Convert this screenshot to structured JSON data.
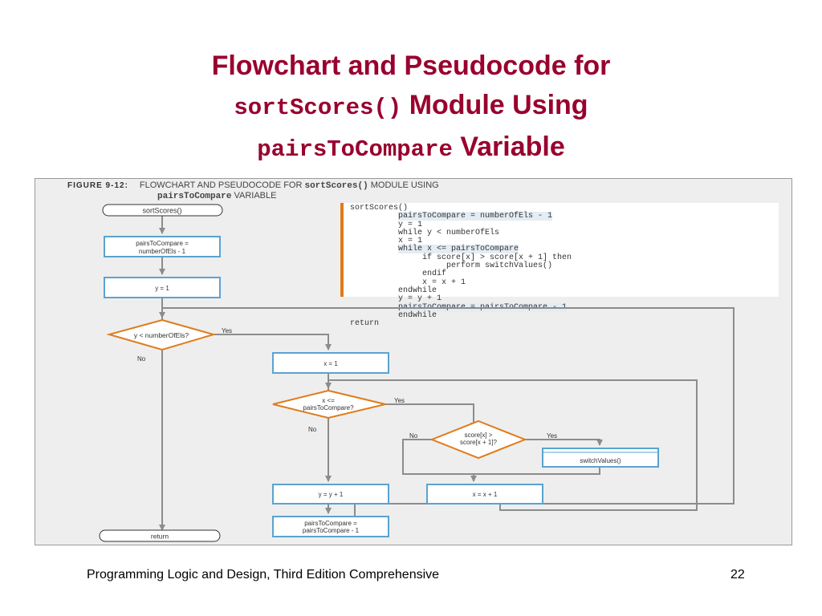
{
  "slide": {
    "title_line1": "Flowchart and Pseudocode for",
    "title_code1": "sortScores()",
    "title_text2": " Module Using",
    "title_code2": "pairsToCompare",
    "title_text3": " Variable"
  },
  "figure": {
    "label": "FIGURE 9-12:",
    "caption_pre": "FLOWCHART AND PSEUDOCODE FOR ",
    "caption_code1": "sortScores()",
    "caption_mid": " MODULE USING",
    "caption_code2": "pairsToCompare",
    "caption_post": " VARIABLE"
  },
  "pseudocode": [
    {
      "text": "sortScores()",
      "indent": 0,
      "hl": false
    },
    {
      "text": "pairsToCompare = numberOfEls - 1",
      "indent": 1,
      "hl": true
    },
    {
      "text": "y = 1",
      "indent": 1,
      "hl": false
    },
    {
      "text": "while y < numberOfEls",
      "indent": 1,
      "hl": false
    },
    {
      "text": "x = 1",
      "indent": 2,
      "hl": false
    },
    {
      "text": "while x <= pairsToCompare",
      "indent": 2,
      "hl": true
    },
    {
      "text": "if score[x] > score[x + 1] then",
      "indent": 3,
      "hl": false
    },
    {
      "text": "perform switchValues()",
      "indent": 4,
      "hl": false
    },
    {
      "text": "endif",
      "indent": 3,
      "hl": false
    },
    {
      "text": "x = x + 1",
      "indent": 3,
      "hl": false
    },
    {
      "text": "endwhile",
      "indent": 2,
      "hl": false
    },
    {
      "text": "y = y + 1",
      "indent": 2,
      "hl": false
    },
    {
      "text": "pairsToCompare = pairsToCompare - 1",
      "indent": 2,
      "hl": true
    },
    {
      "text": "endwhile",
      "indent": 1,
      "hl": false
    },
    {
      "text": "return",
      "indent": 0,
      "hl": false
    }
  ],
  "flowchart": {
    "start": "sortScores()",
    "init_pairs_1": "pairsToCompare =",
    "init_pairs_2": "numberOfEls - 1",
    "init_y": "y = 1",
    "outer_cond": "y < numberOfEls?",
    "yes": "Yes",
    "no": "No",
    "init_x": "x = 1",
    "inner_cond_1": "x <=",
    "inner_cond_2": "pairsToCompare?",
    "compare_cond_1": "score[x] >",
    "compare_cond_2": "score[x + 1]?",
    "switch": "switchValues()",
    "inc_x": "x = x + 1",
    "inc_y": "y = y + 1",
    "dec_pairs_1": "pairsToCompare =",
    "dec_pairs_2": "pairsToCompare - 1",
    "end": "return"
  },
  "footer": {
    "text": "Programming Logic and Design, Third Edition Comprehensive",
    "page": "22"
  },
  "colors": {
    "title": "#99002e",
    "box_border": "#5aa3d0",
    "decision_border": "#e07b1a",
    "pseudo_accent": "#e07b1a",
    "connector": "#8c8c8c"
  }
}
